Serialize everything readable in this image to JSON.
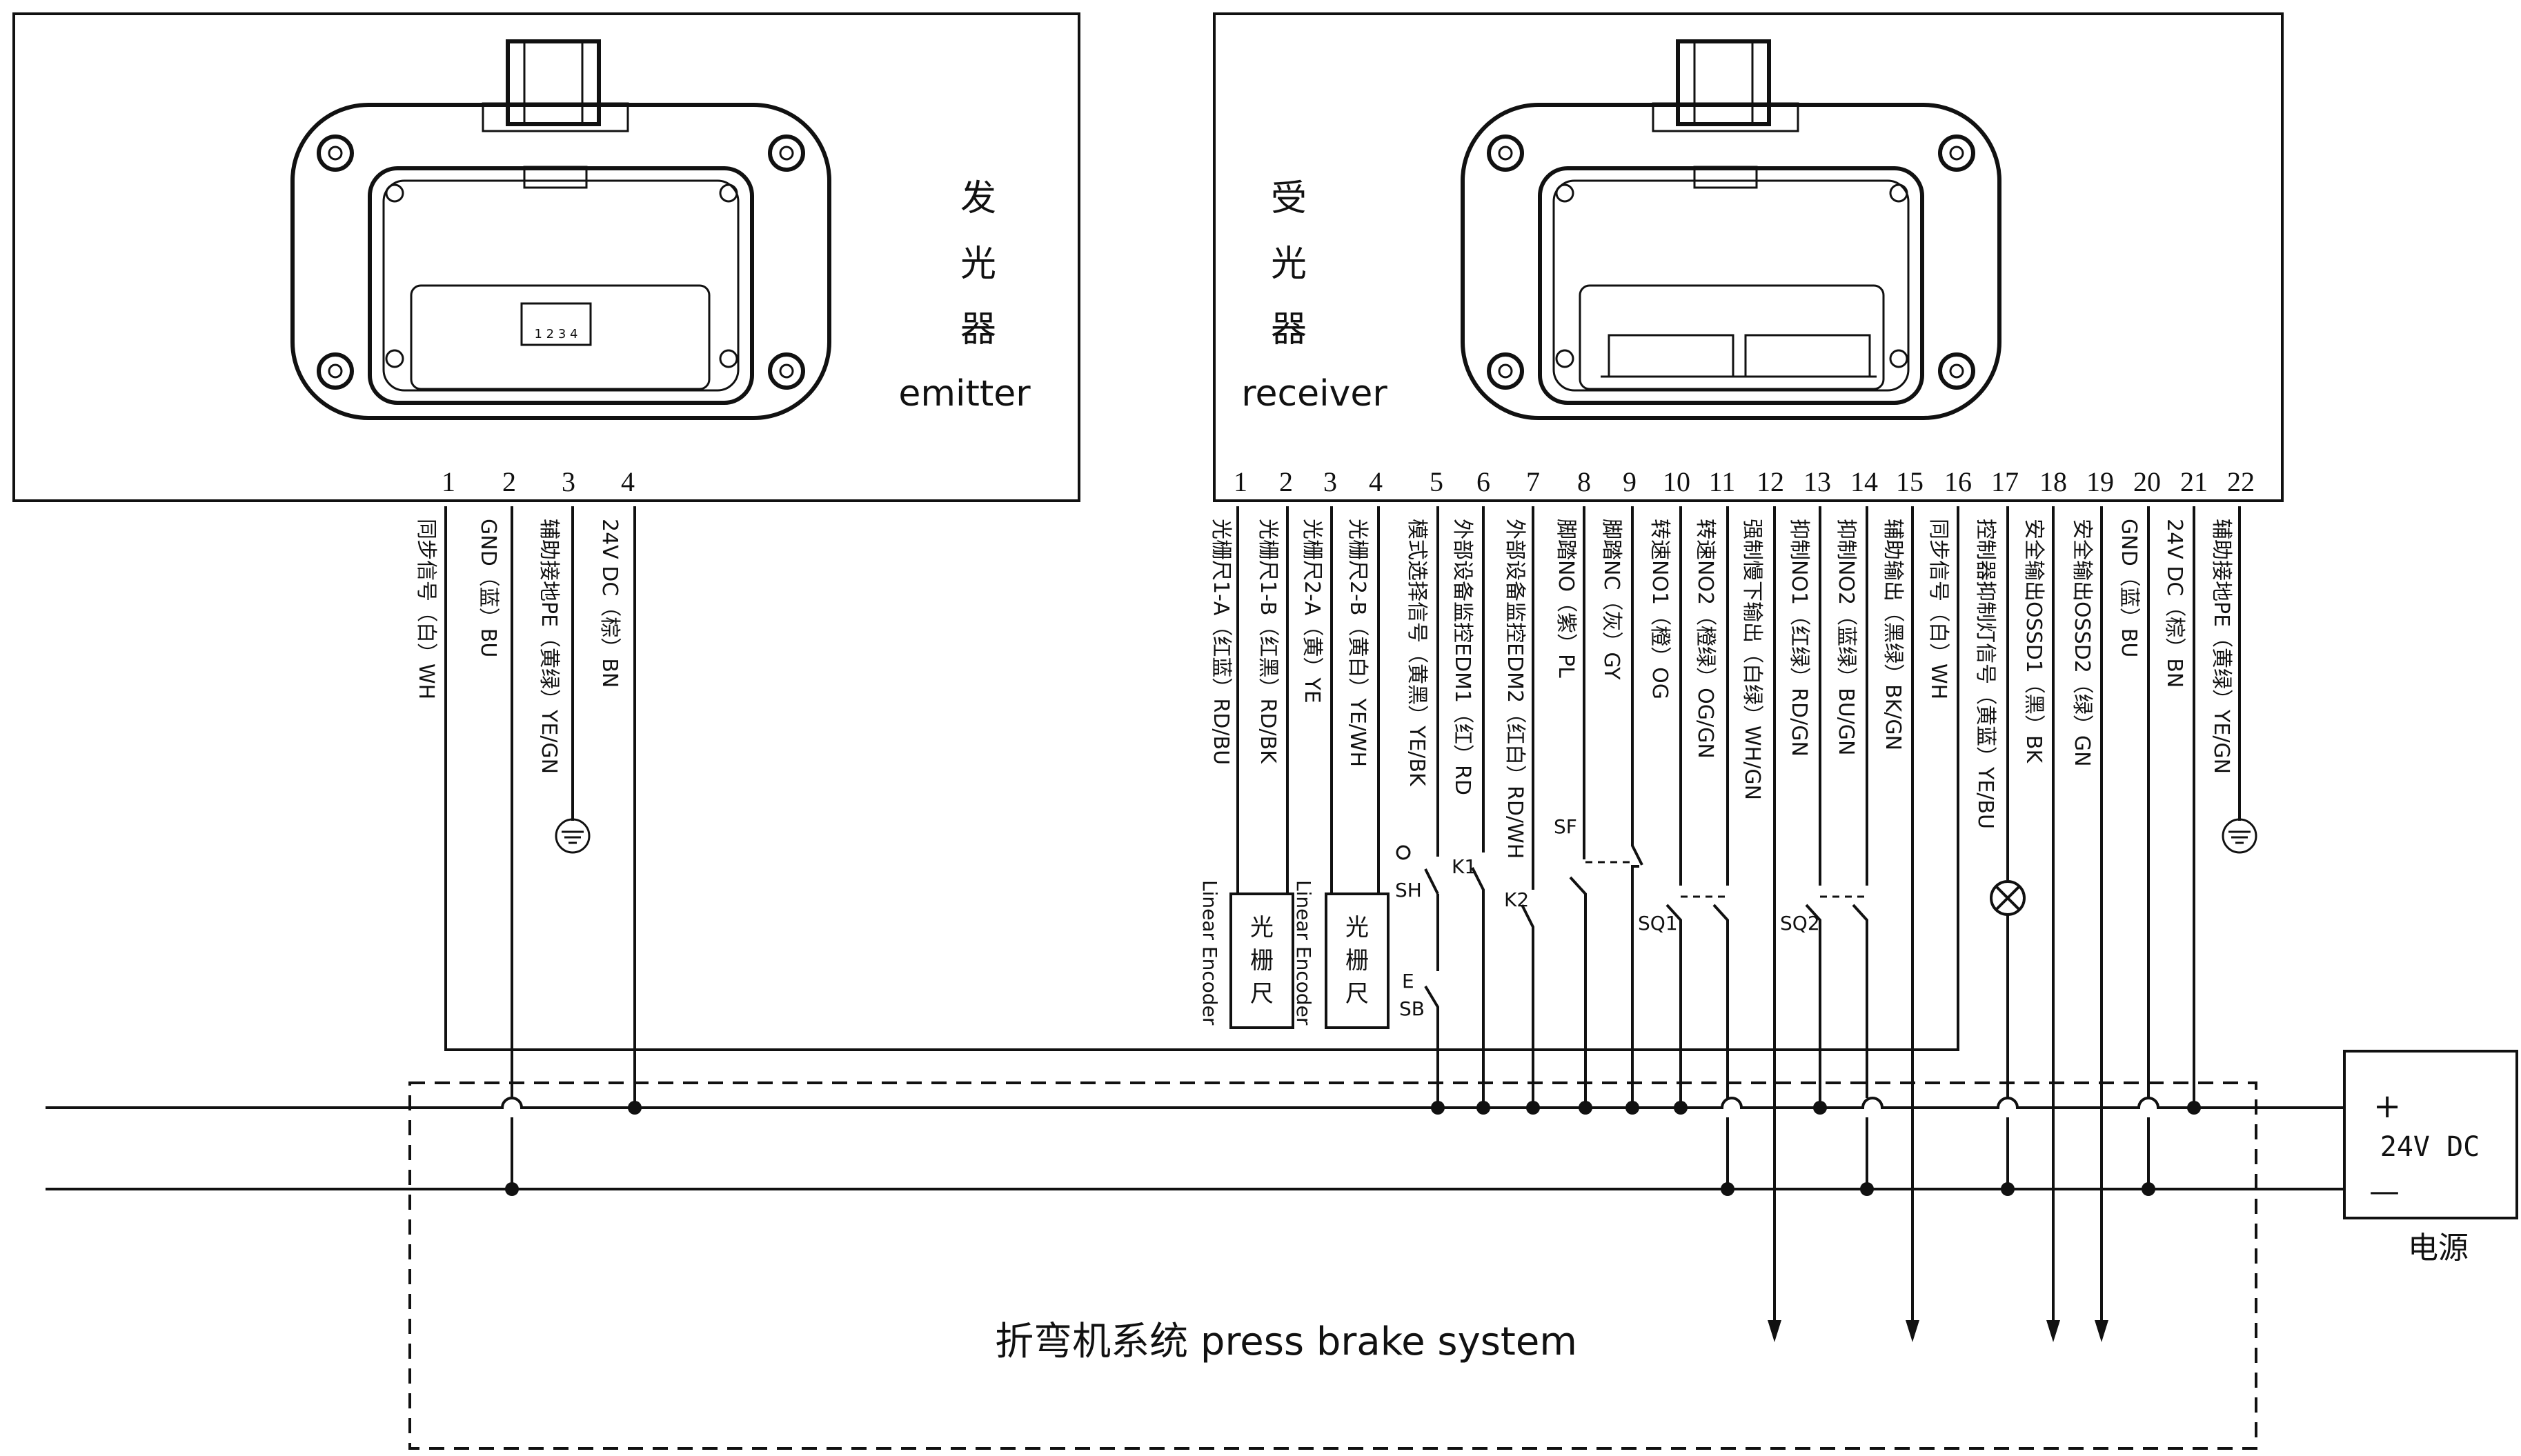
{
  "emitter": {
    "title_lines": [
      "发",
      "光",
      "器"
    ],
    "title_en": "emitter",
    "connector_pins": [
      "1",
      "2",
      "3",
      "4"
    ],
    "terminals": [
      {
        "num": "1",
        "label": "同步信号（白）WH"
      },
      {
        "num": "2",
        "label": "GND（蓝）BU"
      },
      {
        "num": "3",
        "label": "辅助接地PE（黄绿）YE/GN"
      },
      {
        "num": "4",
        "label": "24V DC（棕）BN"
      }
    ]
  },
  "receiver": {
    "title_lines": [
      "受",
      "光",
      "器"
    ],
    "title_en": "receiver",
    "terminals": [
      {
        "num": "1",
        "label": "光栅尺1-A（红蓝）RD/BU"
      },
      {
        "num": "2",
        "label": "光栅尺1-B（红黑）RD/BK"
      },
      {
        "num": "3",
        "label": "光栅尺2-A（黄）YE"
      },
      {
        "num": "4",
        "label": "光栅尺2-B（黄白）YE/WH"
      },
      {
        "num": "5",
        "label": "模式选择信号（黄黑）YE/BK"
      },
      {
        "num": "6",
        "label": "外部设备监控EDM1（红）RD"
      },
      {
        "num": "7",
        "label": "外部设备监控EDM2（红白）RD/WH"
      },
      {
        "num": "8",
        "label": "脚踏NO（紫）PL"
      },
      {
        "num": "9",
        "label": "脚踏NC（灰）GY"
      },
      {
        "num": "10",
        "label": "转速NO1（橙）OG"
      },
      {
        "num": "11",
        "label": "转速NO2（橙绿）OG/GN"
      },
      {
        "num": "12",
        "label": "强制慢下输出（白绿）WH/GN"
      },
      {
        "num": "13",
        "label": "抑制NO1（红绿）RD/GN"
      },
      {
        "num": "14",
        "label": "抑制NO2（蓝绿）BU/GN"
      },
      {
        "num": "15",
        "label": "辅助输出（黑绿）BK/GN"
      },
      {
        "num": "16",
        "label": "同步信号（白）WH"
      },
      {
        "num": "17",
        "label": "控制器抑制灯信号（黄蓝）YE/BU"
      },
      {
        "num": "18",
        "label": "安全输出OSSD1（黑）BK"
      },
      {
        "num": "19",
        "label": "安全输出OSSD2（绿）GN"
      },
      {
        "num": "20",
        "label": "GND（蓝）BU"
      },
      {
        "num": "21",
        "label": "24V DC（棕）BN"
      },
      {
        "num": "22",
        "label": "辅助接地PE（黄绿）YE/GN"
      }
    ]
  },
  "encoders": [
    {
      "label_lines": [
        "光",
        "栅",
        "尺"
      ],
      "en": "Linear Encoder"
    },
    {
      "label_lines": [
        "光",
        "栅",
        "尺"
      ],
      "en": "Linear Encoder"
    }
  ],
  "switches": {
    "sh": "SH",
    "sb": "SB",
    "sb_prefix": "E",
    "k1": "K1",
    "k2": "K2",
    "sf": "SF",
    "sq1": "SQ1",
    "sq2": "SQ2"
  },
  "power": {
    "label": "24V DC",
    "plus": "+",
    "minus": "—",
    "caption": "电源"
  },
  "system_label": "折弯机系统 press brake system"
}
